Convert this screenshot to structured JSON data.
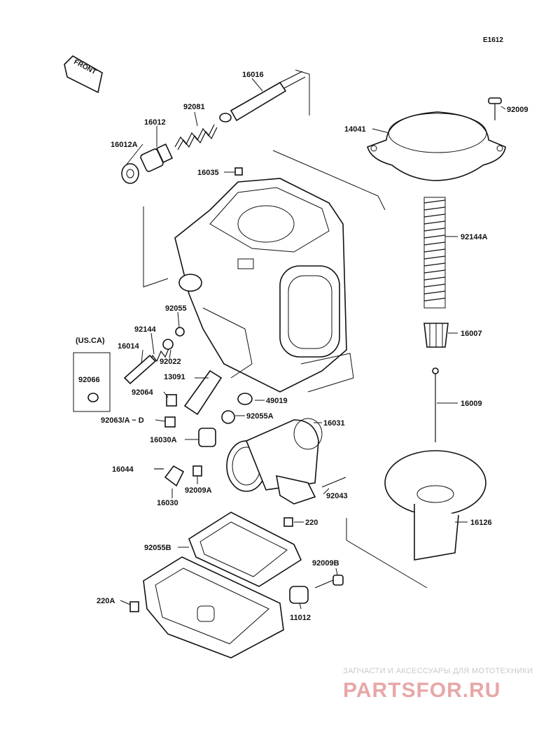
{
  "diagram_code": "E1612",
  "front_tag": "FRONT",
  "region_note": "(US.CA)",
  "labels": {
    "p16016": "16016",
    "p92081": "92081",
    "p16012": "16012",
    "p16012A": "16012A",
    "p16035": "16035",
    "p14041": "14041",
    "p92009": "92009",
    "p92144A": "92144A",
    "p92055": "92055",
    "p92144": "92144",
    "p16014": "16014",
    "p92022": "92022",
    "p92066": "92066",
    "p13091": "13091",
    "p92064": "92064",
    "p49019": "49019",
    "p92063": "92063/A ~ D",
    "p92055A": "92055A",
    "p16031": "16031",
    "p16030A": "16030A",
    "p16044": "16044",
    "p92009A": "92009A",
    "p16030": "16030",
    "p92043": "92043",
    "p220": "220",
    "p16007": "16007",
    "p16009": "16009",
    "p16126": "16126",
    "p92055B": "92055B",
    "p92009B": "92009B",
    "p220A": "220A",
    "p11012": "11012"
  },
  "watermark": {
    "tagline": "ЗАПЧАСТИ И АКСЕССУАРЫ ДЛЯ МОТОТЕХНИКИ",
    "logo": "PARTSFOR.RU"
  }
}
